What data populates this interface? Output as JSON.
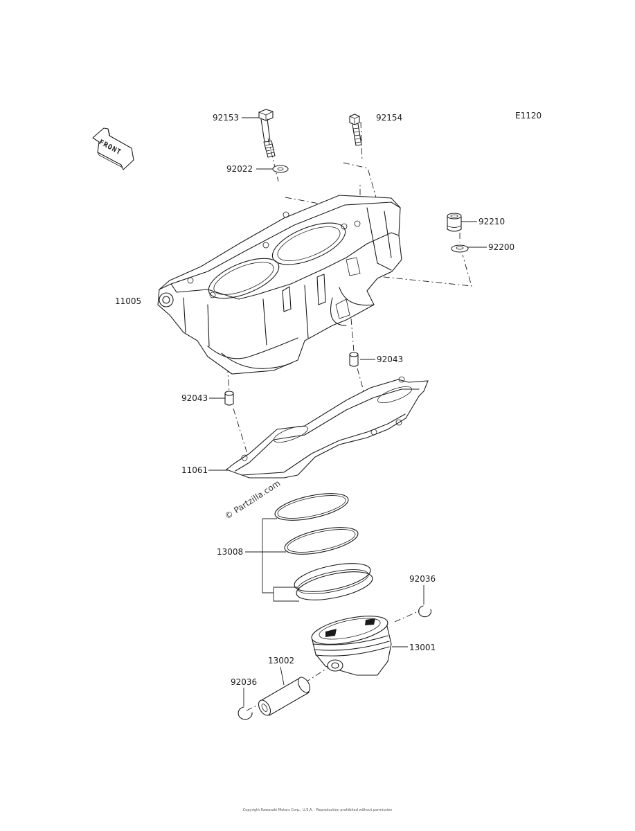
{
  "diagram_code": "E1120",
  "watermark": "© Partzilla.com",
  "front_arrow_label": "FRONT",
  "callouts": {
    "bolt_left": "92153",
    "bolt_right": "92154",
    "washer_small": "92022",
    "collar": "92210",
    "washer_right": "92200",
    "cylinder": "11005",
    "dowel_right": "92043",
    "dowel_left": "92043",
    "gasket": "11061",
    "ring_set": "13008",
    "circlip_right": "92036",
    "piston": "13001",
    "piston_pin": "13002",
    "circlip_left": "92036"
  },
  "footer_text": "Copyright Kawasaki Motors Corp., U.S.A. · Reproduction prohibited without permission"
}
